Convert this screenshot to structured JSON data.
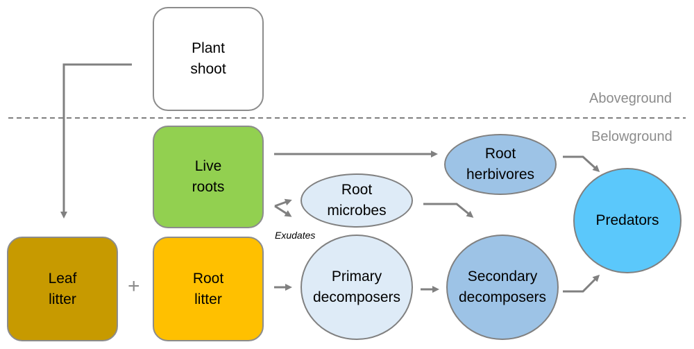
{
  "nodes": {
    "plant_shoot": {
      "line1": "Plant",
      "line2": "shoot",
      "fill": "#ffffff"
    },
    "live_roots": {
      "line1": "Live",
      "line2": "roots",
      "fill": "#92d050"
    },
    "leaf_litter": {
      "line1": "Leaf",
      "line2": "litter",
      "fill": "#c79a00"
    },
    "root_litter": {
      "line1": "Root",
      "line2": "litter",
      "fill": "#ffc000"
    },
    "root_herbivores": {
      "line1": "Root",
      "line2": "herbivores",
      "fill": "#9dc3e6"
    },
    "root_microbes": {
      "line1": "Root",
      "line2": "microbes",
      "fill": "#deebf7"
    },
    "primary_decomposers": {
      "line1": "Primary",
      "line2": "decomposers",
      "fill": "#deebf7"
    },
    "secondary_decomposers": {
      "line1": "Secondary",
      "line2": "decomposers",
      "fill": "#9dc3e6"
    },
    "predators": {
      "line1": "Predators",
      "fill": "#5bc8fb"
    }
  },
  "labels": {
    "aboveground": "Aboveground",
    "belowground": "Belowground",
    "exudates": "Exudates",
    "plus": "+"
  },
  "colors": {
    "arrow": "#808080",
    "divider": "#7f7f7f"
  }
}
